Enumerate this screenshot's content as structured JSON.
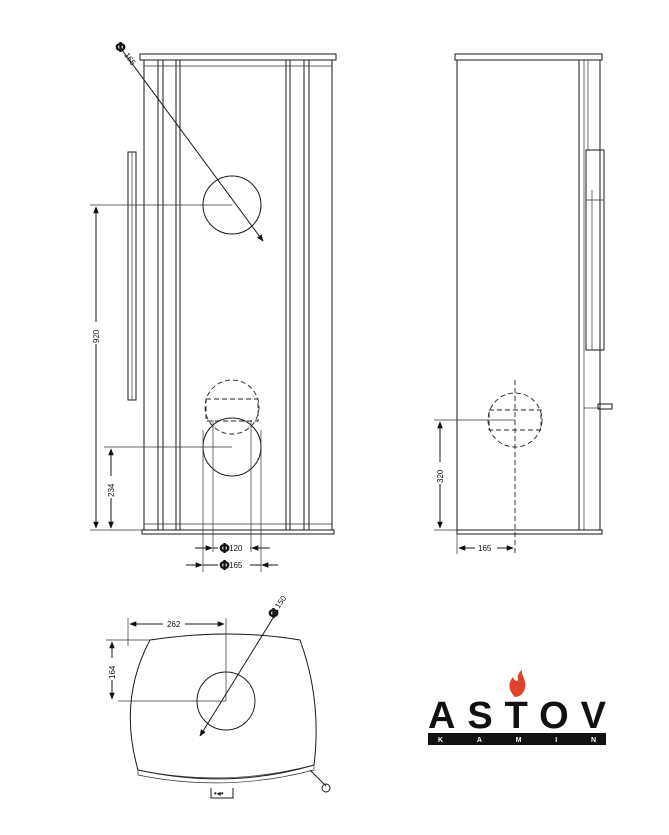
{
  "front_view": {
    "pipe_top_diameter_symbol": "Φ",
    "pipe_top_diameter": "165",
    "height_top_outlet": "920",
    "height_rear_inlet": "234",
    "inner_diameter_symbol": "Φ",
    "inner_diameter": "120",
    "outer_diameter_symbol": "Φ",
    "outer_diameter": "165"
  },
  "side_view": {
    "height_rear_inlet": "320",
    "depth_offset": "165"
  },
  "top_view": {
    "width_offset": "262",
    "depth_offset": "164",
    "outlet_diameter_symbol": "Φ",
    "outlet_diameter": "150"
  },
  "logo": {
    "brand": "ASTOV",
    "tagline": "KAMIN",
    "flame_color": "#e0432b",
    "text_color": "#111111"
  }
}
